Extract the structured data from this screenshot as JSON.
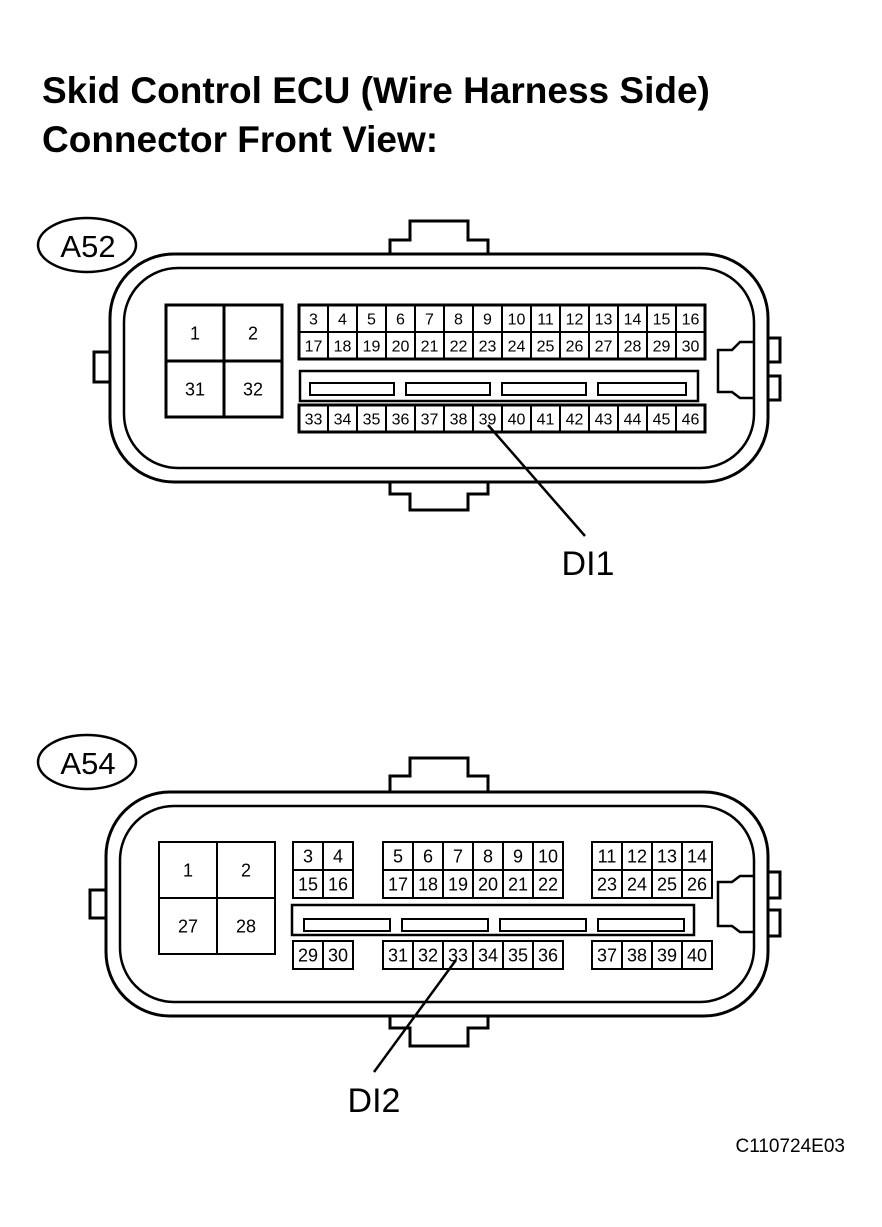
{
  "title": {
    "line1": "Skid Control ECU (Wire Harness Side)",
    "line2": "Connector Front View:"
  },
  "connectors": [
    {
      "id": "A52",
      "large_pins": [
        "1",
        "2",
        "31",
        "32"
      ],
      "top_row": [
        "3",
        "4",
        "5",
        "6",
        "7",
        "8",
        "9",
        "10",
        "11",
        "12",
        "13",
        "14",
        "15",
        "16"
      ],
      "middle_row": [
        "17",
        "18",
        "19",
        "20",
        "21",
        "22",
        "23",
        "24",
        "25",
        "26",
        "27",
        "28",
        "29",
        "30"
      ],
      "bottom_row": [
        "33",
        "34",
        "35",
        "36",
        "37",
        "38",
        "39",
        "40",
        "41",
        "42",
        "43",
        "44",
        "45",
        "46"
      ],
      "callout": {
        "label": "DI1",
        "pin": "39"
      }
    },
    {
      "id": "A54",
      "large_pins": [
        "1",
        "2",
        "27",
        "28"
      ],
      "top_groups": [
        [
          "3",
          "4"
        ],
        [
          "5",
          "6",
          "7",
          "8",
          "9",
          "10"
        ],
        [
          "11",
          "12",
          "13",
          "14"
        ]
      ],
      "middle_groups": [
        [
          "15",
          "16"
        ],
        [
          "17",
          "18",
          "19",
          "20",
          "21",
          "22"
        ],
        [
          "23",
          "24",
          "25",
          "26"
        ]
      ],
      "bottom_groups": [
        [
          "29",
          "30"
        ],
        [
          "31",
          "32",
          "33",
          "34",
          "35",
          "36"
        ],
        [
          "37",
          "38",
          "39",
          "40"
        ]
      ],
      "callout": {
        "label": "DI2",
        "pin": "33"
      }
    }
  ],
  "figure_code": "C110724E03"
}
